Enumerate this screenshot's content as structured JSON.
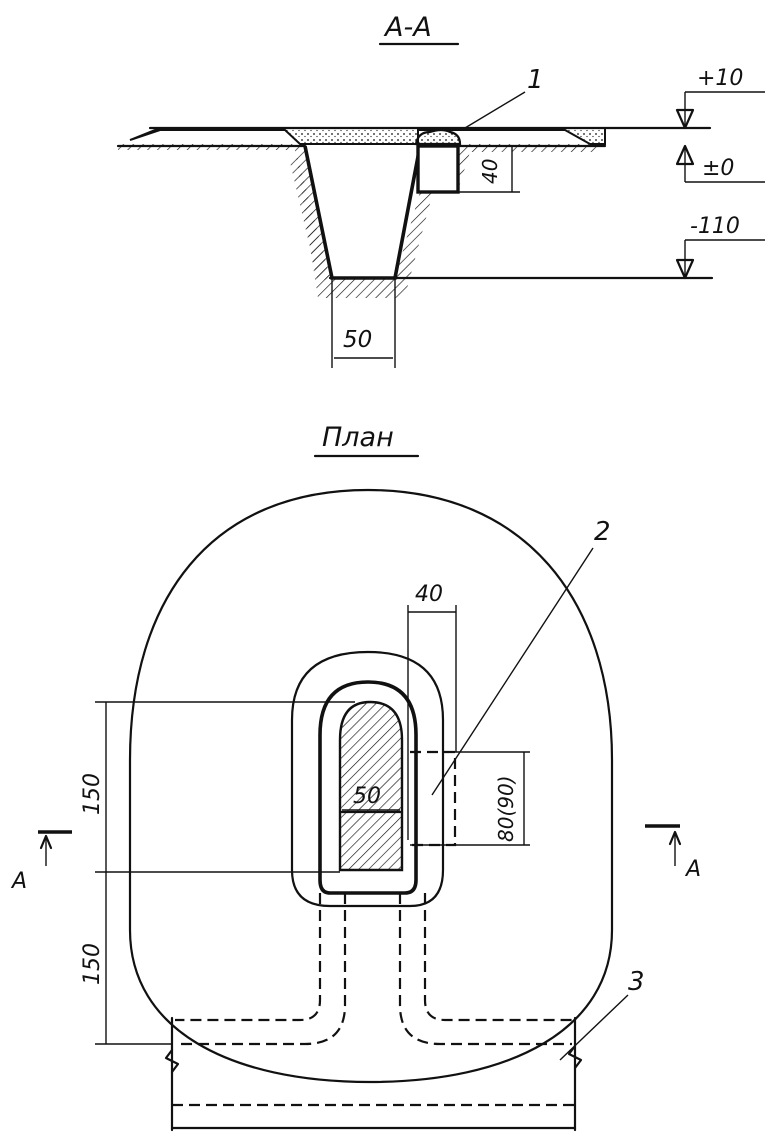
{
  "section": {
    "title": "A-A",
    "callout_1": "1",
    "level_top": "+10",
    "level_zero": "±0",
    "level_bottom": "-110",
    "dim_depth": "40",
    "dim_bottom_width": "50"
  },
  "plan": {
    "title": "План",
    "callout_2": "2",
    "callout_3": "3",
    "dim_width_40": "40",
    "dim_width_50": "50",
    "dim_height_80": "80(90)",
    "dim_upper_150": "150",
    "dim_lower_150": "150",
    "cut_left": "A",
    "cut_right": "A"
  },
  "colors": {
    "ink": "#111111",
    "paper": "#ffffff"
  }
}
